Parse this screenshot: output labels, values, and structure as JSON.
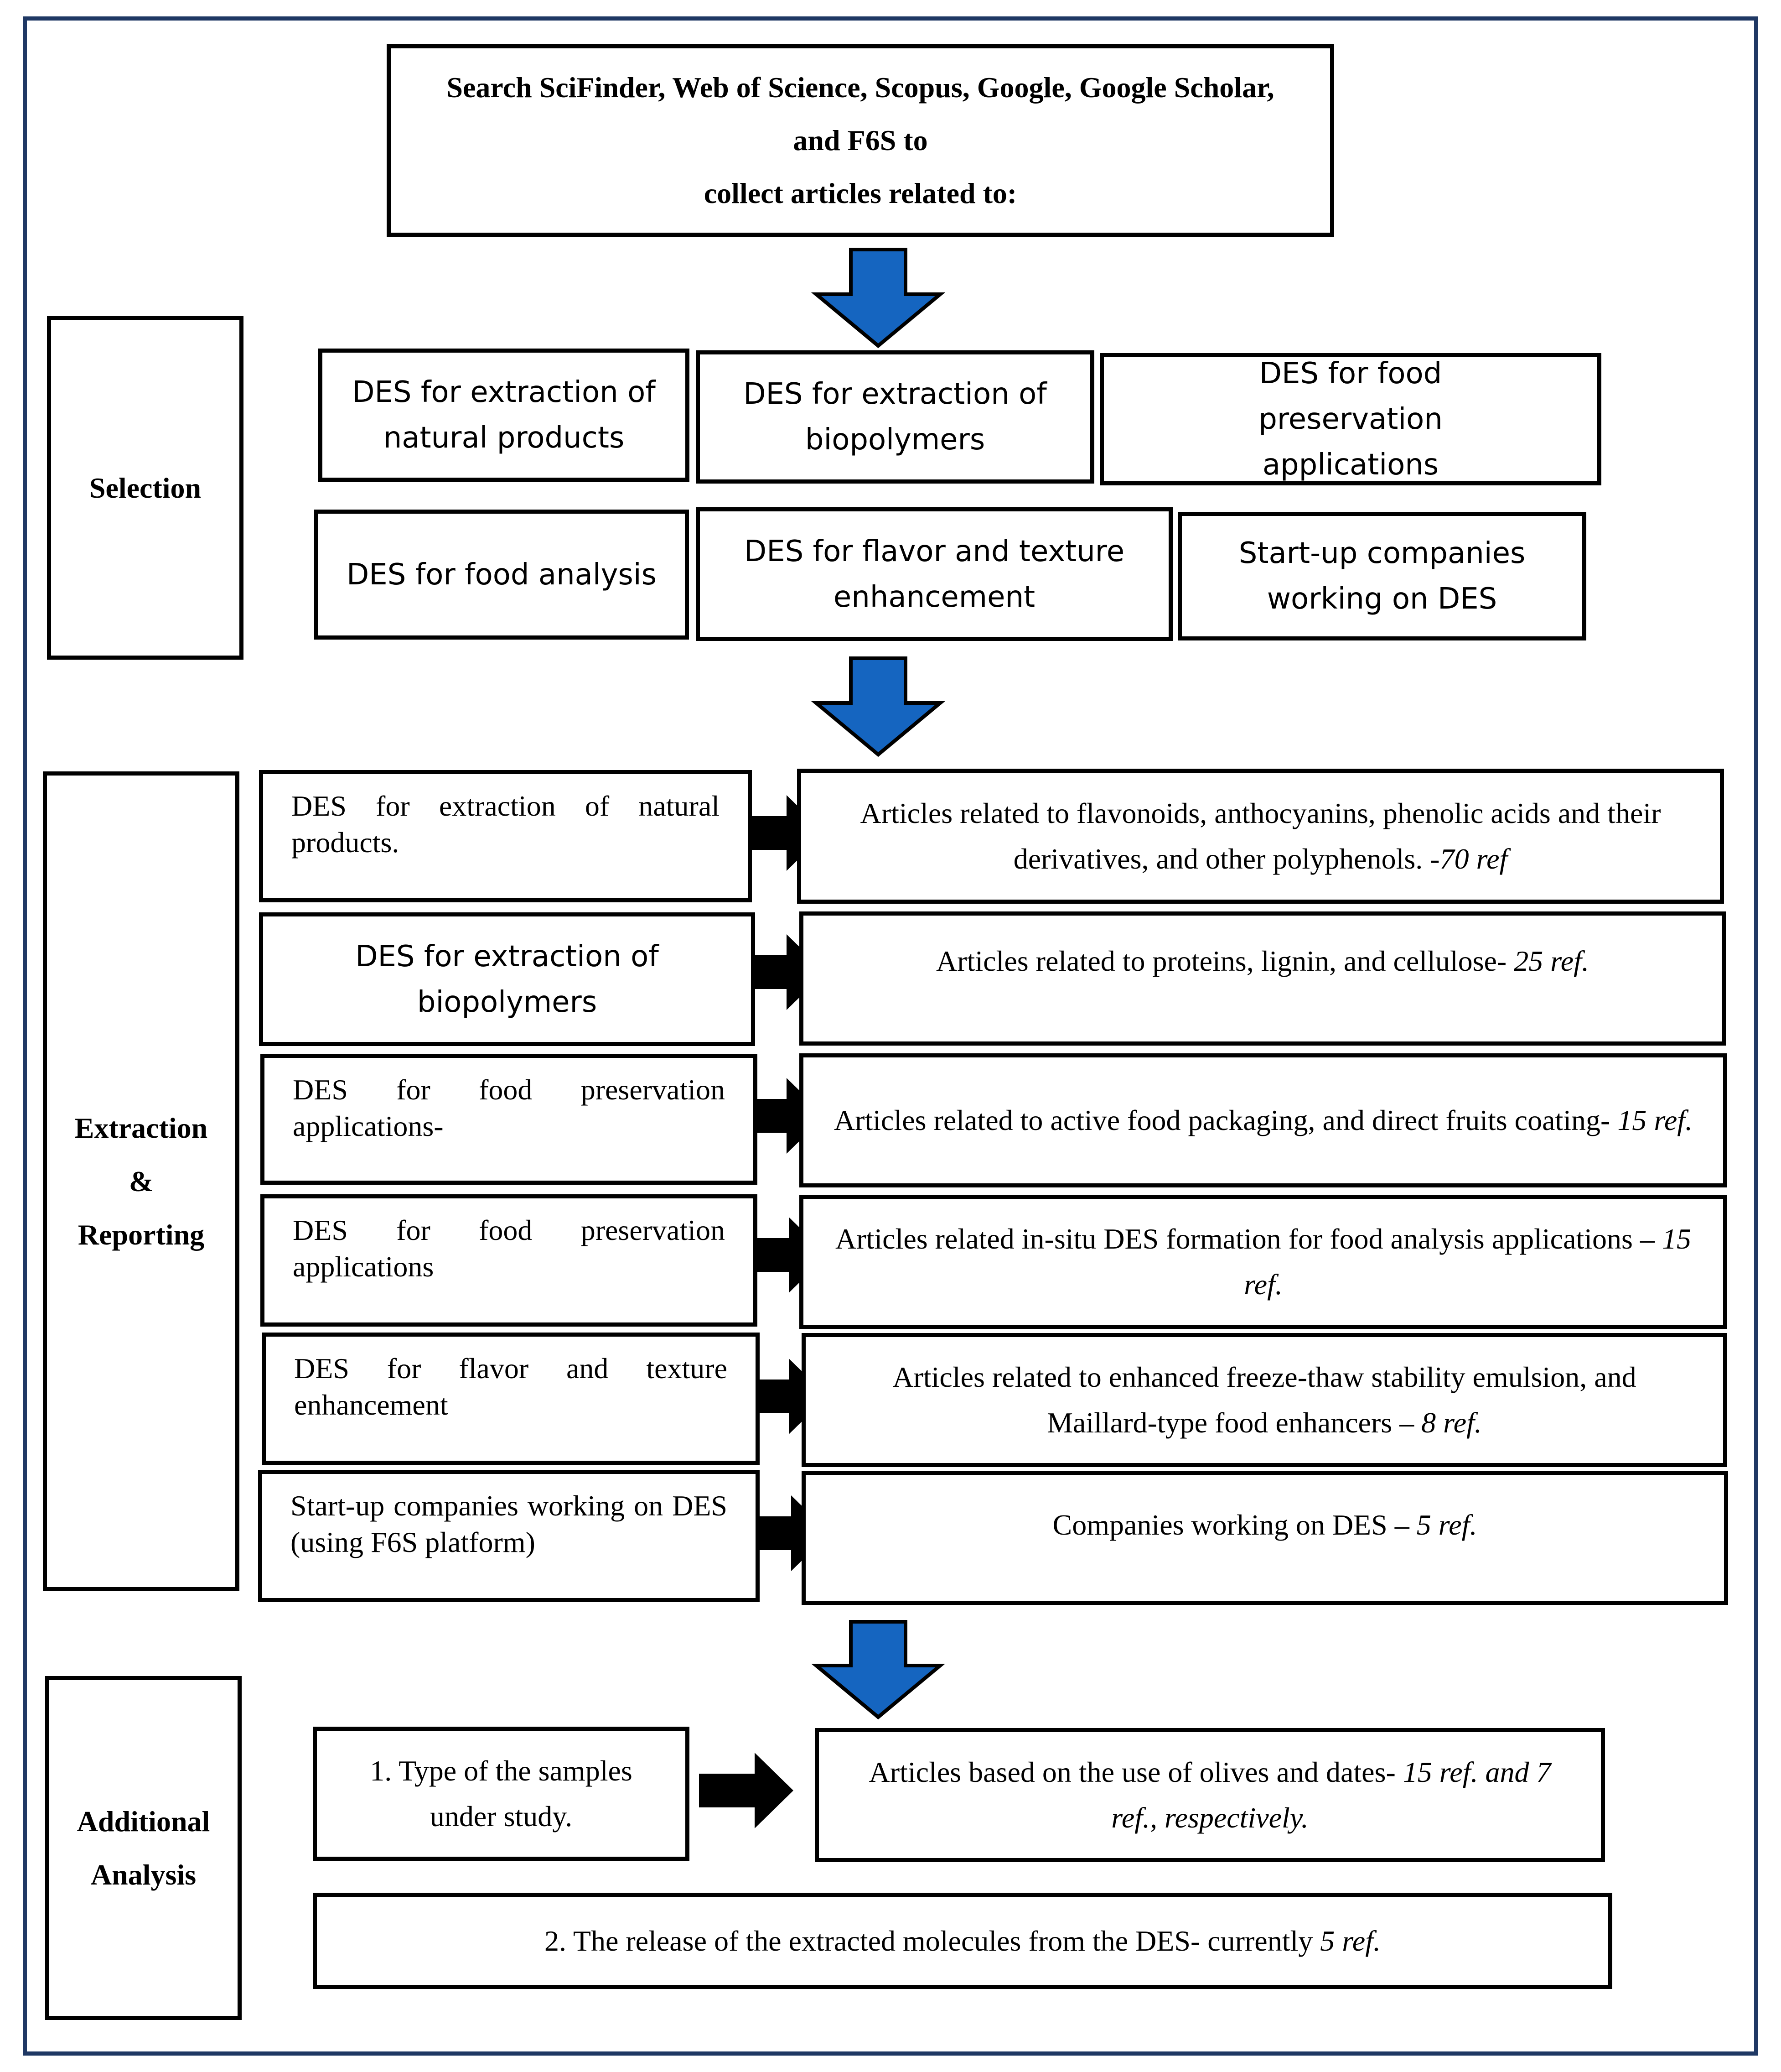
{
  "source_box": {
    "line1": "Search SciFinder, Web of Science, Scopus, Google, Google Scholar,",
    "line2": "and F6S to",
    "line3": "collect articles related to:"
  },
  "stages": {
    "selection": "Selection",
    "extraction_line1": "Extraction",
    "extraction_line2": "&",
    "extraction_line3": "Reporting",
    "analysis_line1": "Additional",
    "analysis_line2": "Analysis"
  },
  "selection_boxes": [
    "DES for extraction of natural products",
    "DES for extraction of biopolymers",
    "DES for food preservation applications",
    "DES for food analysis",
    "DES for flavor and texture enhancement",
    "Start-up companies working on DES"
  ],
  "extraction_rows": [
    {
      "left": "DES for extraction of natural products.",
      "right_text": "Articles related to flavonoids, anthocyanins, phenolic acids and their derivatives, and other polyphenols. ",
      "right_ref": "-70 ref"
    },
    {
      "left": "DES for extraction of biopolymers",
      "right_text": "Articles related to proteins, lignin, and cellulose- ",
      "right_ref": "25 ref."
    },
    {
      "left": "DES for food preservation applications-",
      "right_text": "Articles related to active food packaging, and direct fruits coating- ",
      "right_ref": "15 ref."
    },
    {
      "left": "DES for food preservation applications",
      "right_text": "Articles related in-situ DES formation for food analysis applications – ",
      "right_ref": "15 ref."
    },
    {
      "left": "DES for flavor and texture enhancement",
      "right_text": "Articles related to enhanced freeze-thaw stability emulsion, and Maillard-type food enhancers – ",
      "right_ref": "8 ref."
    },
    {
      "left": "Start-up companies working on DES (using F6S platform)",
      "right_text": "Companies working on DES – ",
      "right_ref": "5 ref."
    }
  ],
  "analysis": {
    "item1_left": "1. Type of the samples under study.",
    "item1_right_text": "Articles based on the use of olives and dates- ",
    "item1_right_ref": "15 ref. and 7 ref., respectively.",
    "item2_text": "2. The release of the extracted molecules from the DES- currently ",
    "item2_ref": "5 ref."
  },
  "colors": {
    "frame": "#1f3864",
    "flow_arrow": "#1565c0",
    "row_arrow": "#000000"
  },
  "icons": {
    "flow_arrow": "down-arrow-icon",
    "row_arrow": "right-arrow-icon"
  }
}
